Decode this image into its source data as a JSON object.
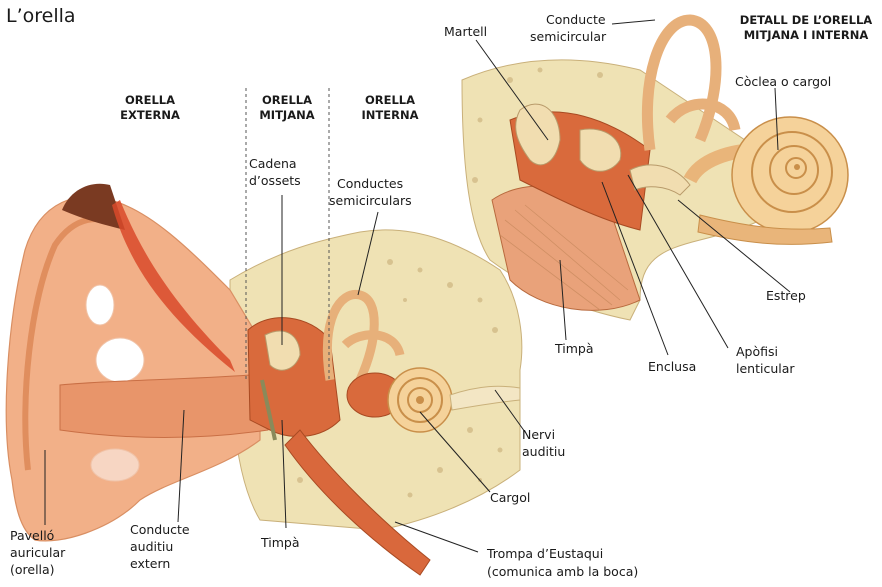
{
  "title": "L’orella",
  "sections": {
    "external": [
      "ORELLA",
      "EXTERNA"
    ],
    "middle": [
      "ORELLA",
      "MITJANA"
    ],
    "inner": [
      "ORELLA",
      "INTERNA"
    ],
    "detail": [
      "DETALL DE L’ORELLA",
      "MITJANA I INTERNA"
    ]
  },
  "labels": {
    "cadena": [
      "Cadena",
      "d’ossets"
    ],
    "conductes": [
      "Conductes",
      "semicirculars"
    ],
    "nervi": [
      "Nervi",
      "auditiu"
    ],
    "cargol": "Cargol",
    "trompa": [
      "Trompa d’Eustaqui",
      "(comunica amb la boca)"
    ],
    "timpa_main": "Timpà",
    "conducte_auditiu": [
      "Conducte",
      "auditiu",
      "extern"
    ],
    "pavello": [
      "Pavelló",
      "auricular",
      "(orella)"
    ],
    "martell": "Martell",
    "conducte_semi": [
      "Conducte",
      "semicircular"
    ],
    "coclea": "Còclea o cargol",
    "estrep": "Estrep",
    "timpa_detail": "Timpà",
    "enclusa": "Enclusa",
    "apofisi": [
      "Apòfisi",
      "lenticular"
    ]
  },
  "colors": {
    "bone": "#efe2b4",
    "skin": "#f2b088",
    "skin_dark": "#e08e5e",
    "flesh": "#d96a3c",
    "cochlea": "#f5d29a",
    "hair": "#7a3a22"
  }
}
